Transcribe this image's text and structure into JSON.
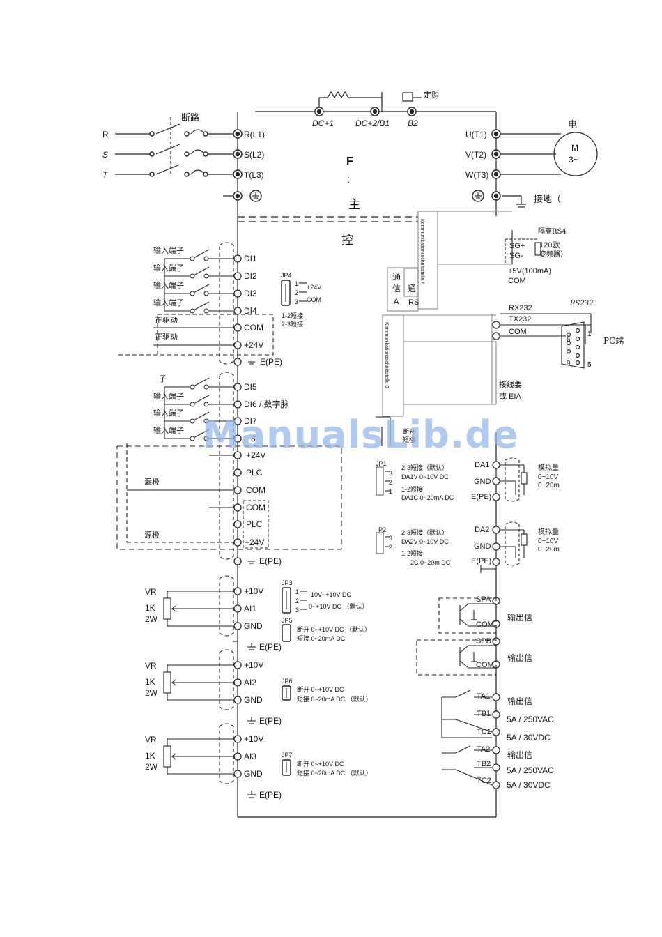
{
  "main_circuit": {
    "phases": [
      "R",
      "S",
      "T"
    ],
    "breaker": "断路",
    "inputs": [
      "R(L1)",
      "S(L2)",
      "T(L3)"
    ],
    "dc_terminals": [
      "DC+1",
      "DC+2/B1",
      "B2"
    ],
    "outputs": [
      "U(T1)",
      "V(T2)",
      "W(T3)"
    ],
    "motor_label": "电",
    "motor_m": "M",
    "motor_3": "3~",
    "ground_label": "接地（",
    "main_label": "主",
    "control_label": "控",
    "frag_r": "F",
    "frag_dot": "：",
    "top_fragment": "定购"
  },
  "digital_inputs": {
    "labels_a": [
      "输入端子",
      "输入端子",
      "输入端子",
      "输入端子"
    ],
    "terminals_a": [
      "DI1",
      "DI2",
      "DI3",
      "DI4"
    ],
    "drive_labels": [
      "正驱动",
      "正驱动"
    ],
    "com": "COM",
    "p24": "+24V",
    "epe": "E(PE)",
    "labels_b": [
      "子",
      "输入端子",
      "输入端子",
      "输入端子"
    ],
    "terminals_b": [
      "DI5",
      "DI6 / 数字脉",
      "DI7",
      "8"
    ]
  },
  "jp4": {
    "name": "JP4",
    "pins": [
      "1",
      "2",
      "3"
    ],
    "pin1": "+24V",
    "pin3": "COM",
    "note1": "1-2短接",
    "note2": "2-3短接"
  },
  "plc_block": {
    "p24": "+24V",
    "plc": "PLC",
    "com": "COM",
    "com2": "COM",
    "plc2": "PLC",
    "p24b": "+24V",
    "epe": "E(PE)",
    "leak": "漏极",
    "source": "源极"
  },
  "analog_inputs": {
    "groups": [
      {
        "vr": "VR",
        "k": "1K",
        "w": "2W",
        "terms": [
          "+10V",
          "AI1",
          "GND"
        ],
        "jp": "JP3",
        "jp_pins": [
          "1",
          "2",
          "3"
        ],
        "opt1": "-10V~+10V  DC",
        "opt2": "0~+10V     DC   （默认）",
        "jp_b": "JP5",
        "jp_b1": "断开  0~+10V     DC  （默认）",
        "jp_b2": "短接  0~20mA     DC",
        "epe": "E(PE)"
      },
      {
        "vr": "VR",
        "k": "1K",
        "w": "2W",
        "terms": [
          "+10V",
          "AI2",
          "GND"
        ],
        "jp": "JP6",
        "opt1": "断开  0~+10V     DC",
        "opt2": "短接  0~20mA     DC   （默认）",
        "epe": "E(PE)"
      },
      {
        "vr": "VR",
        "k": "1K",
        "w": "2W",
        "terms": [
          "+10V",
          "AI3",
          "GND"
        ],
        "jp": "JP7",
        "opt1": "断开  0~+10V     DC",
        "opt2": "短接  0~20mA     DC   （默认）",
        "epe": "E(PE)"
      }
    ]
  },
  "comms": {
    "kommA": "Kommunikationsschnittstelle A",
    "kommB": "Kommunikationsschnittstelle B",
    "tong_xin": [
      "通",
      "信",
      "A"
    ],
    "tong2": [
      "通",
      "RS"
    ],
    "isolated": "隔离RS4",
    "sg_plus": "SG+",
    "sg_minus": "SG-",
    "ohm": "120欧",
    "vfd": "变频器）",
    "p5v": "+5V(100mA)",
    "com": "COM",
    "rx": "RX232",
    "tx": "TX232",
    "com2": "COM",
    "rs232": "RS232",
    "pc": "PC端",
    "pins": [
      "6",
      "1",
      "9",
      "5"
    ],
    "wiring1": "接线要",
    "wiring2": "或  EIA",
    "bottom1": "断开",
    "bottom2": "短接"
  },
  "analog_outputs": {
    "jp1": "JP1",
    "jp1_pins": [
      "3",
      "2",
      "1"
    ],
    "jp1_a": "2-3短接（默认）",
    "jp1_b": "DA1V  0~10V  DC",
    "jp1_c": "1-2短接",
    "jp1_d": "DA1C  0~20mA DC",
    "da1": "DA1",
    "gnd": "GND",
    "epe": "E(PE)",
    "out_label": "模拟量",
    "v_range": "0~10V",
    "ma_range": "0~20m",
    "jp2": "P2",
    "jp2_pins": [
      "3",
      "2"
    ],
    "jp2_a": "2-3短接（默认）",
    "jp2_b": "DA2V  0~10V  DC",
    "jp2_c": "1-2短接",
    "jp2_d": "2C  0~20m   DC",
    "da2": "DA2",
    "gnd2": "GND",
    "epe2": "E(PE)",
    "out_label2": "模拟量",
    "v_range2": "0~10V",
    "ma_range2": "0~20m"
  },
  "digital_outputs": {
    "spa": "SPA",
    "spb": "SPB",
    "com": "COM",
    "com2": "COM",
    "out_sig": "输出信",
    "out_sig2": "输出信",
    "ta1": "TA1",
    "tb1": "TB1",
    "tc1": "TC1",
    "relay1_label": "输出信",
    "r1_ac": "5A / 250VAC",
    "r1_dc": "5A / 30VDC",
    "ta2": "TA2",
    "tb2": "TB2",
    "tc2": "TC2",
    "relay2_label": "输出信",
    "r2_ac": "5A / 250VAC",
    "r2_dc": "5A / 30VDC"
  },
  "watermark": "ManualsLib.de"
}
